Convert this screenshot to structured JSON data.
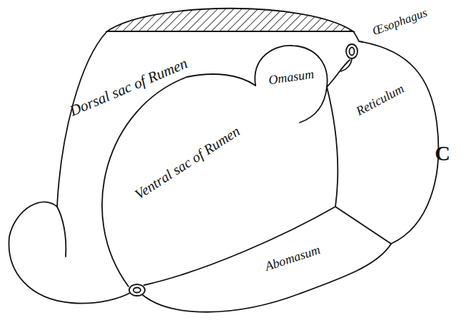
{
  "diagram": {
    "labels": [
      "Œsophagus",
      "Dorsal sac of Rumen",
      "Omasum",
      "Reticulum",
      "C",
      "Ventral sac of Rumen",
      "Abomasum"
    ]
  }
}
